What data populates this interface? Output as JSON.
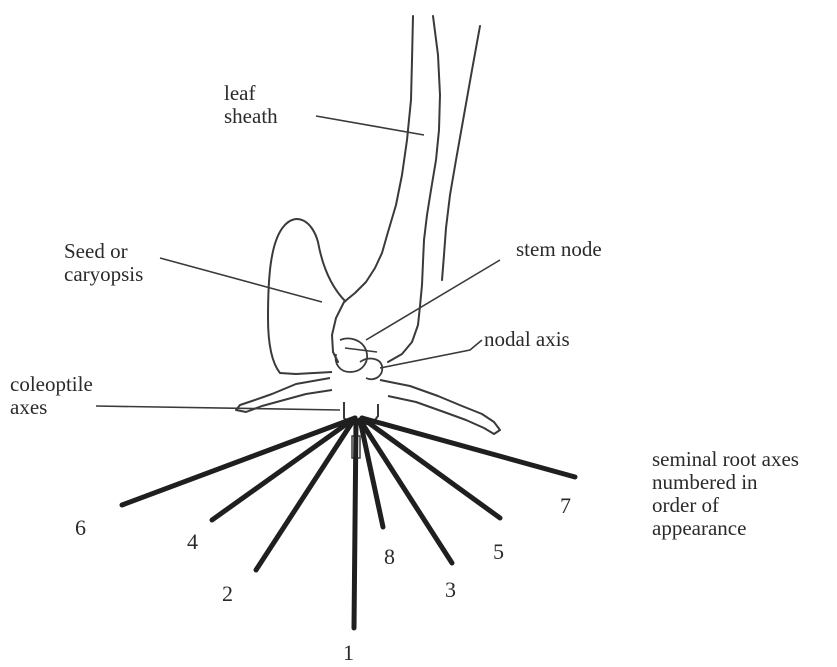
{
  "labels": {
    "leaf_sheath": [
      "leaf",
      "sheath"
    ],
    "seed": [
      "Seed or",
      "caryopsis"
    ],
    "stem_node": "stem node",
    "nodal_axis": "nodal axis",
    "coleoptile": [
      "coleoptile",
      "axes"
    ],
    "seminal_caption": [
      "seminal root axes",
      "numbered in",
      "order of",
      "appearance"
    ]
  },
  "root_numbers": [
    "1",
    "2",
    "3",
    "4",
    "5",
    "6",
    "7",
    "8"
  ],
  "colors": {
    "line": "#3a3a3a",
    "root": "#1f1f1f",
    "text": "#2a2a2a"
  }
}
